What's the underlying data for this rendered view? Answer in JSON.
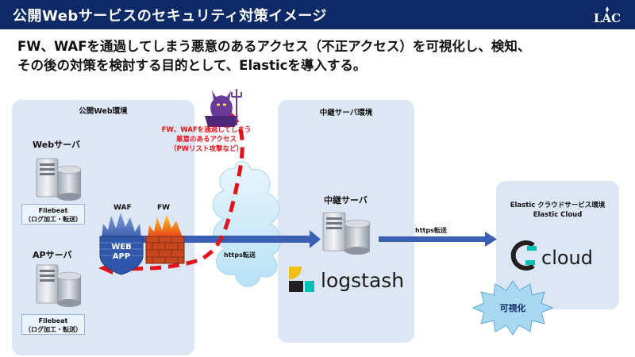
{
  "header": {
    "title": "公開Webサービスのセキュリティ対策イメージ",
    "logo": "LAC"
  },
  "subtitle": {
    "line1": "FW、WAFを通過してしまう悪意のあるアクセス（不正アクセス）を可視化し、検知、",
    "line2": "その後の対策を検討する目的として、Elasticを導入する。"
  },
  "public_panel": {
    "label": "公開Web環境",
    "web_server": "Webサーバ",
    "ap_server": "APサーバ",
    "filebeat_top": {
      "line1": "Filebeat",
      "line2": "（ログ加工・転送）"
    },
    "filebeat_bottom": {
      "line1": "Filebeat",
      "line2": "（ログ加工・転送）"
    },
    "waf": "WAF",
    "fw": "FW",
    "webapp": {
      "line1": "WEB",
      "line2": "APP"
    }
  },
  "attack_note": {
    "line1": "FW、WAFを通過してしまう",
    "line2": "悪意のあるアクセス",
    "line3": "（PWリスト攻撃など）"
  },
  "relay_panel": {
    "label": "中継サーバ環境",
    "server": "中継サーバ",
    "product": "logstash"
  },
  "https_left": "https転送",
  "https_right": "https転送",
  "elastic_panel": {
    "line1": "Elastic クラウドサービス環境",
    "line2": "Elastic Cloud",
    "product": "cloud"
  },
  "visualize_badge": "可視化",
  "colors": {
    "header_bg": "#0d2a66",
    "panel_bg": "#dce6f4",
    "arrow_blue": "#3b5fb5",
    "attack_red": "#e4131a"
  }
}
